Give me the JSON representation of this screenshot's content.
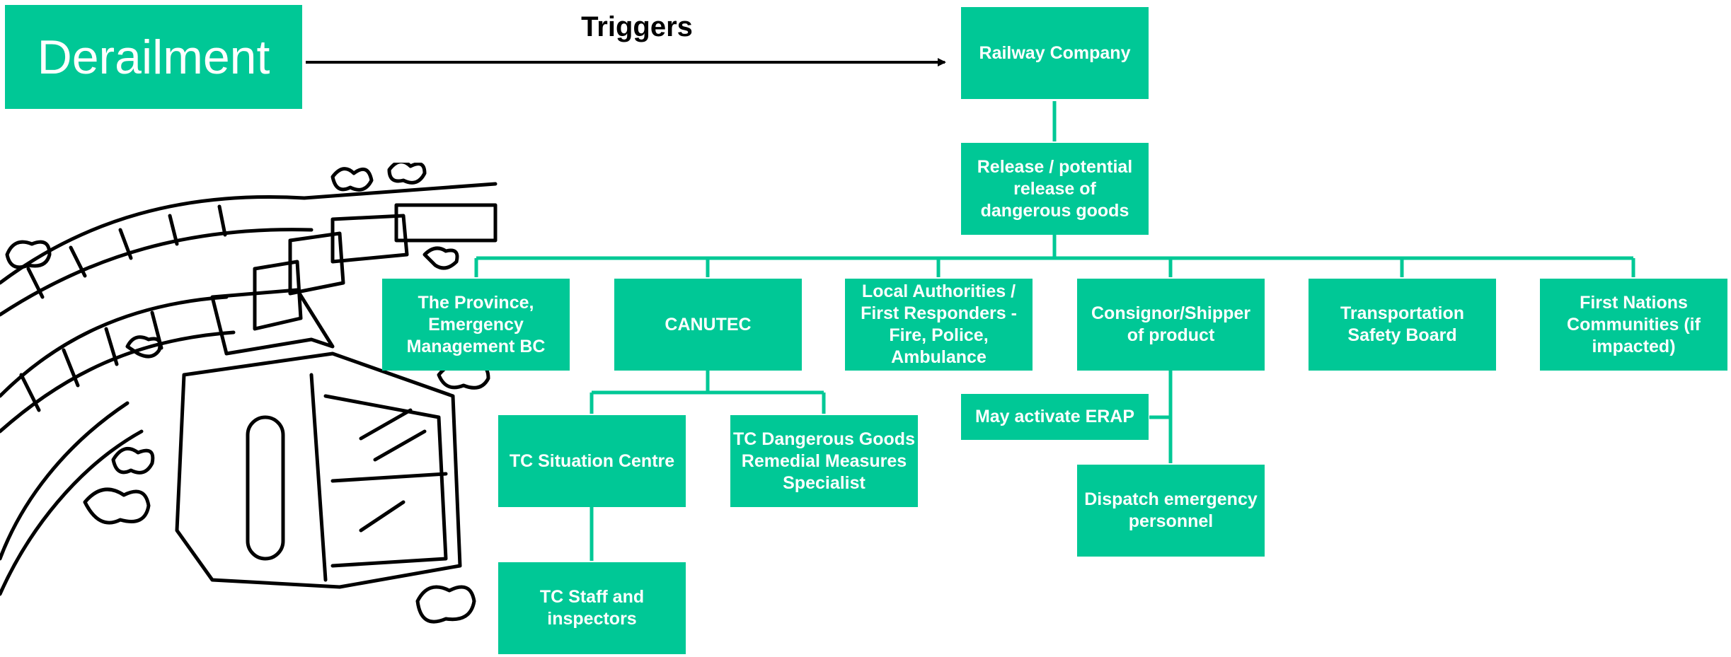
{
  "header": {
    "event": "Derailment",
    "arrow_label": "Triggers"
  },
  "nodes": {
    "railway_company": "Railway Company",
    "release": "Release / potential release of dangerous goods",
    "province": "The Province, Emergency Management BC",
    "canutec": "CANUTEC",
    "local_authorities": "Local Authorities / First Responders - Fire, Police, Ambulance",
    "consignor": "Consignor/Shipper of product",
    "tsb": "Transportation Safety Board",
    "first_nations": "First Nations Communities (if impacted)",
    "tc_situation": "TC Situation Centre",
    "tc_dangerous_goods": "TC Dangerous Goods Remedial Measures Specialist",
    "tc_staff": "TC Staff and inspectors",
    "erap": "May activate ERAP",
    "dispatch": "Dispatch emergency personnel"
  },
  "colors": {
    "box_fill": "#00c896",
    "box_text": "#ffffff",
    "connector": "#00c896",
    "arrow": "#000000"
  },
  "illustration": "derailed-train-sketch"
}
